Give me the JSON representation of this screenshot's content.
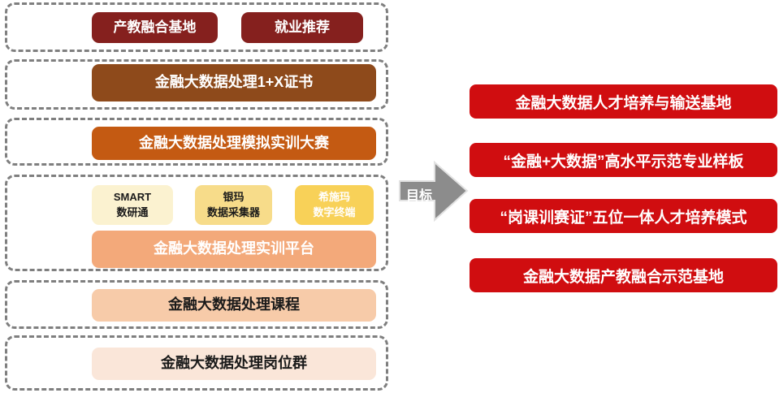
{
  "palette": {
    "maroon": "#85201E",
    "brown": "#8E4A1B",
    "orange": "#C45A12",
    "cream": "#FBF2D0",
    "light_yellow": "#F7DC8A",
    "yellow": "#F8D158",
    "salmon": "#F3A97A",
    "peach": "#F7CBA9",
    "light_peach": "#FAE6D9",
    "red": "#D00D10",
    "arrow_gray": "#8C8C8C",
    "dash_gray": "#7F7F7F"
  },
  "left": {
    "level1": {
      "items": [
        {
          "label": "产教融合基地"
        },
        {
          "label": "就业推荐"
        }
      ]
    },
    "level2": {
      "label": "金融大数据处理1+X证书"
    },
    "level3": {
      "label": "金融大数据处理模拟实训大赛"
    },
    "level4": {
      "tools": [
        {
          "line1": "SMART",
          "line2": "数研通"
        },
        {
          "line1": "银玛",
          "line2": "数据采集器"
        },
        {
          "line1": "希施玛",
          "line2": "数字终端"
        }
      ],
      "platform": {
        "label": "金融大数据处理实训平台"
      }
    },
    "level5": {
      "label": "金融大数据处理课程"
    },
    "level6": {
      "label": "金融大数据处理岗位群"
    }
  },
  "arrow": {
    "label": "目标"
  },
  "right": {
    "goals": [
      {
        "label": "金融大数据人才培养与输送基地"
      },
      {
        "label": "“金融+大数据”高水平示范专业样板"
      },
      {
        "label": "“岗课训赛证”五位一体人才培养模式"
      },
      {
        "label": "金融大数据产教融合示范基地"
      }
    ]
  }
}
